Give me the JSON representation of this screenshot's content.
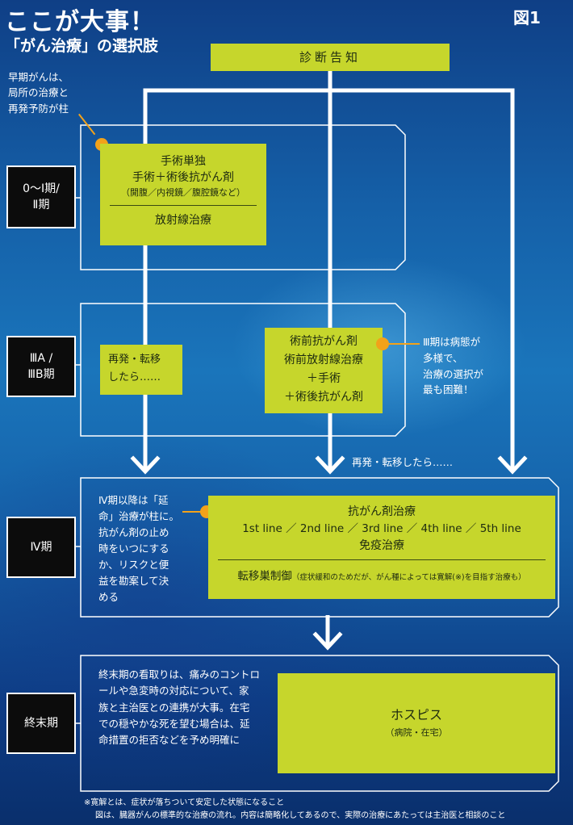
{
  "header": {
    "title": "ここが大事！",
    "subtitle": "「がん治療」の選択肢",
    "figure_label": "図1"
  },
  "diagnosis_box": "診断告知",
  "early_note": "早期がんは、\n局所の治療と\n再発予防が柱",
  "stages": {
    "stage_early": "0〜Ⅰ期/\nⅡ期",
    "stage_3": "ⅢA /\nⅢB期",
    "stage_4": "Ⅳ期",
    "stage_terminal": "終末期"
  },
  "early_box": {
    "line1": "手術単独",
    "line2": "手術＋術後抗がん剤",
    "line3": "（開腹／内視鏡／腹腔鏡など）",
    "line4": "放射線治療"
  },
  "stage3_left_box": "再発・転移\nしたら……",
  "stage3_right_box": "術前抗がん剤\n術前放射線治療\n＋手術\n＋術後抗がん剤",
  "stage3_note": "Ⅲ期は病態が\n多様で、\n治療の選択が\n最も困難！",
  "recurrence_label": "再発・転移したら……",
  "stage4_note": "Ⅳ期以降は「延\n命」治療が柱に。\n抗がん剤の止め\n時をいつにする\nか、リスクと便\n益を勘案して決\nめる",
  "stage4_box": {
    "line1": "抗がん剤治療",
    "line2": "1st line ／ 2nd line ／ 3rd line ／ 4th line ／ 5th line",
    "line3": "免疫治療",
    "line4_main": "転移巣制御",
    "line4_sub": "（症状緩和のためだが、がん種によっては寛解(※)を目指す治療も）"
  },
  "terminal_note": "終末期の看取りは、痛みのコントロ\nールや急変時の対応について、家\n族と主治医との連携が大事。在宅\nでの穏やかな死を望む場合は、延\n命措置の拒否などを予め明確に",
  "hospice_box": {
    "title": "ホスピス",
    "sub": "（病院・在宅）"
  },
  "footnotes": {
    "line1": "※寛解とは、症状が落ちついて安定した状態になること",
    "line2": "図は、臓器がんの標準的な治療の流れ。内容は簡略化してあるので、実際の治療にあたっては主治医と相談のこと"
  },
  "colors": {
    "lime": "#c6d62c",
    "accent_orange": "#f2a21a",
    "background_blue": "#1560a8",
    "label_black": "#0c0c0c"
  }
}
